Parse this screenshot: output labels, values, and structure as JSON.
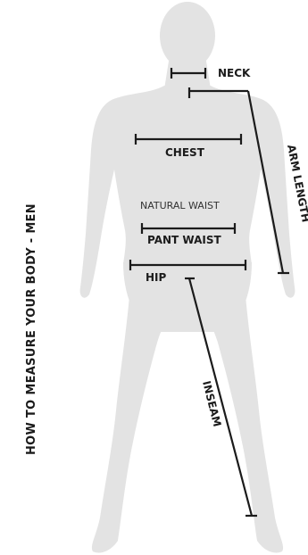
{
  "title": "HOW TO MEASURE YOUR BODY - MEN",
  "labels": {
    "neck": "NECK",
    "chest": "CHEST",
    "natural_waist": "NATURAL WAIST",
    "pant_waist": "PANT WAIST",
    "hip": "HIP",
    "arm_length": "ARM LENGTH",
    "inseam": "INSEAM"
  },
  "colors": {
    "silhouette": "#e3e3e3",
    "lines": "#1b1b1b",
    "text": "#1b1b1b"
  }
}
